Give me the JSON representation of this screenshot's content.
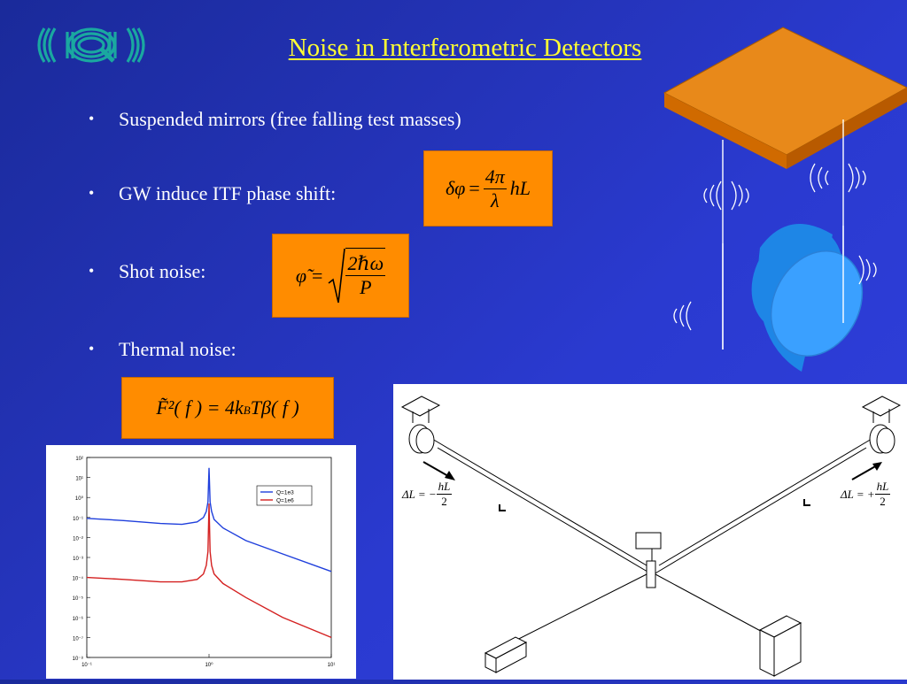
{
  "slide": {
    "title": "Noise in Interferometric Detectors"
  },
  "bullets": [
    {
      "text": "Suspended mirrors (free falling test masses)"
    },
    {
      "text": "GW induce ITF phase shift:"
    },
    {
      "text": "Shot noise:"
    },
    {
      "text": "Thermal noise:"
    }
  ],
  "bullet_symbol": "•",
  "formulas": {
    "phase_shift": {
      "lhs": "δφ",
      "eq": "=",
      "num": "4π",
      "den": "λ",
      "rhs": "hL"
    },
    "shot_noise": {
      "lhs": "φ̃",
      "eq": "=",
      "num": "2ℏω",
      "den": "P"
    },
    "thermal_noise": {
      "text": "F̃²( f ) = 4k",
      "sub": "B",
      "tail": "Tβ( f )"
    }
  },
  "diagram": {
    "left_delta": {
      "lhs": "ΔL = −",
      "num": "hL",
      "den": "2"
    },
    "right_delta": {
      "lhs": "ΔL = +",
      "num": "hL",
      "den": "2"
    }
  },
  "colors": {
    "background": "#2433b8",
    "title": "#ffff33",
    "formula_bg": "#ff8c00",
    "mirror": "#3399ff",
    "plate": "#e07e10",
    "logo": "#1aa8a0"
  },
  "chart_data": {
    "type": "line",
    "title": "",
    "xlabel": "",
    "ylabel": "",
    "xscale": "log",
    "yscale": "log",
    "xlim": [
      0.1,
      10
    ],
    "ylim": [
      1e-08,
      100.0
    ],
    "x_ticks": [
      "10⁻¹",
      "10⁰",
      "10¹"
    ],
    "y_ticks": [
      "10²",
      "10¹",
      "10⁰",
      "10⁻¹",
      "10⁻²",
      "10⁻³",
      "10⁻⁴",
      "10⁻⁵",
      "10⁻⁶",
      "10⁻⁷",
      "10⁻⁸"
    ],
    "legend": "top-right",
    "series": [
      {
        "name": "Q=1e3",
        "color": "#1f3fdc",
        "x": [
          0.1,
          0.2,
          0.4,
          0.6,
          0.8,
          0.9,
          0.95,
          0.98,
          1.0,
          1.02,
          1.05,
          1.1,
          1.3,
          2,
          4,
          10
        ],
        "y": [
          0.09,
          0.07,
          0.05,
          0.045,
          0.06,
          0.1,
          0.2,
          0.6,
          30,
          0.6,
          0.2,
          0.08,
          0.03,
          0.007,
          0.0015,
          0.0002
        ]
      },
      {
        "name": "Q=1e6",
        "color": "#d42020",
        "x": [
          0.1,
          0.2,
          0.4,
          0.6,
          0.8,
          0.9,
          0.95,
          0.98,
          1.0,
          1.02,
          1.05,
          1.1,
          1.3,
          2,
          4,
          10
        ],
        "y": [
          0.0001,
          8e-05,
          6e-05,
          6e-05,
          8e-05,
          0.00015,
          0.0004,
          0.002,
          0.5,
          0.002,
          0.0004,
          0.00015,
          5e-05,
          1e-05,
          1e-06,
          1e-07
        ]
      }
    ]
  }
}
